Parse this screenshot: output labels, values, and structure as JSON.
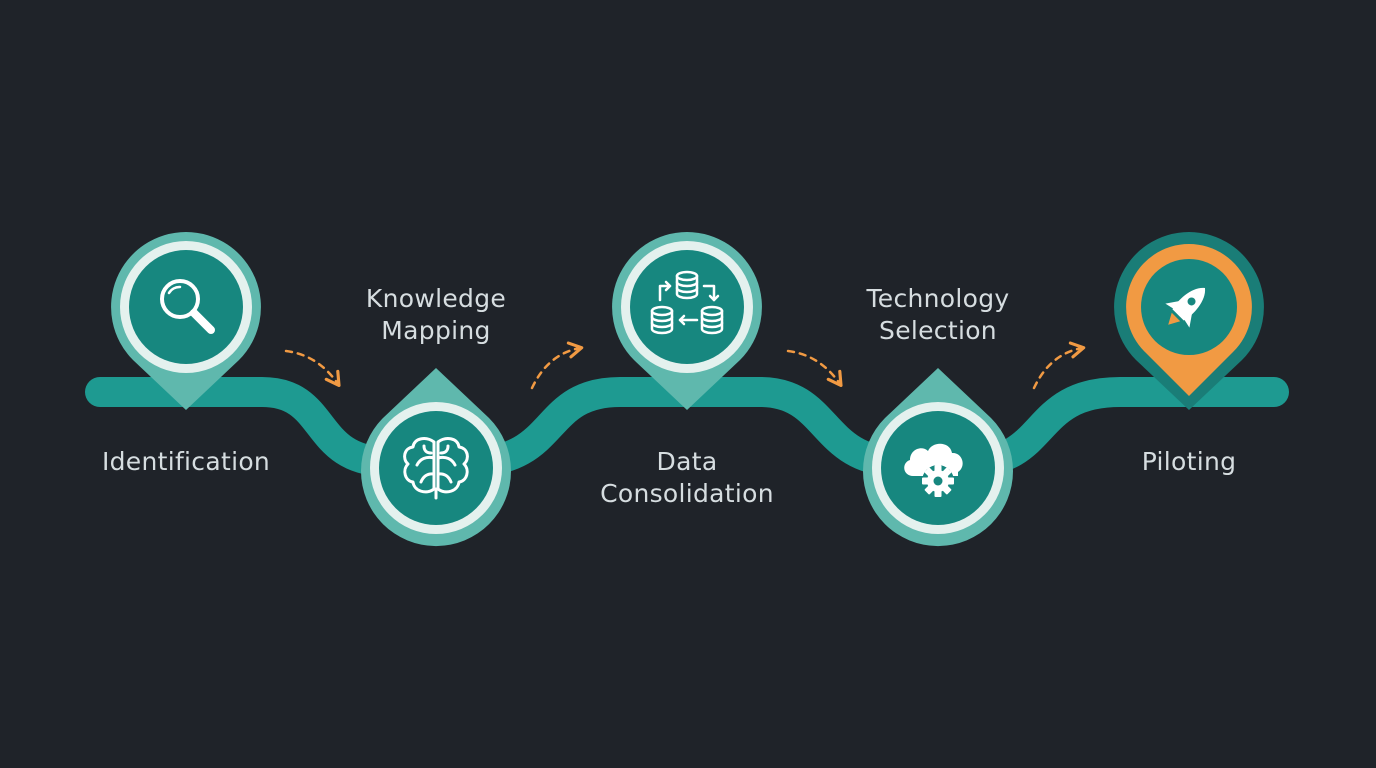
{
  "colors": {
    "background": "#1f2329",
    "track": "#1e9a91",
    "pin_outer": "#5fb8ad",
    "pin_ring": "#e4f1ee",
    "pin_inner": "#17877f",
    "accent": "#f19a43",
    "icon": "#ffffff",
    "text": "#d6dde0"
  },
  "steps": [
    {
      "label": "Identification",
      "icon": "magnifier-icon",
      "position": "top",
      "highlight": false
    },
    {
      "label": "Knowledge\nMapping",
      "icon": "brain-icon",
      "position": "bottom",
      "highlight": false
    },
    {
      "label": "Data\nConsolidation",
      "icon": "database-sync-icon",
      "position": "top",
      "highlight": false
    },
    {
      "label": "Technology\nSelection",
      "icon": "cloud-gear-icon",
      "position": "bottom",
      "highlight": false
    },
    {
      "label": "Piloting",
      "icon": "rocket-icon",
      "position": "top",
      "highlight": true
    }
  ]
}
